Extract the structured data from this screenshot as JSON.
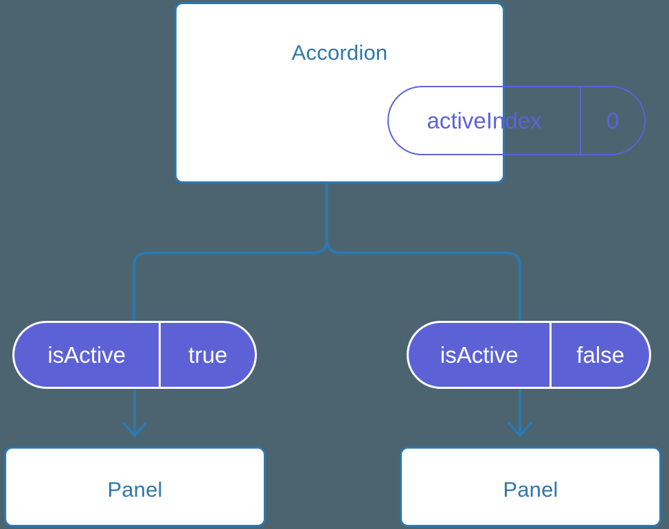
{
  "canvas": {
    "background": "#4c6470",
    "accent_blue": "#2d78ac",
    "accent_purple": "#5c62d6",
    "white": "#ffffff"
  },
  "root": {
    "component_label": "Accordion",
    "state": {
      "key": "activeIndex",
      "value": "0"
    }
  },
  "branches": [
    {
      "prop": {
        "key": "isActive",
        "value": "true"
      },
      "child": {
        "component_label": "Panel"
      }
    },
    {
      "prop": {
        "key": "isActive",
        "value": "false"
      },
      "child": {
        "component_label": "Panel"
      }
    }
  ]
}
